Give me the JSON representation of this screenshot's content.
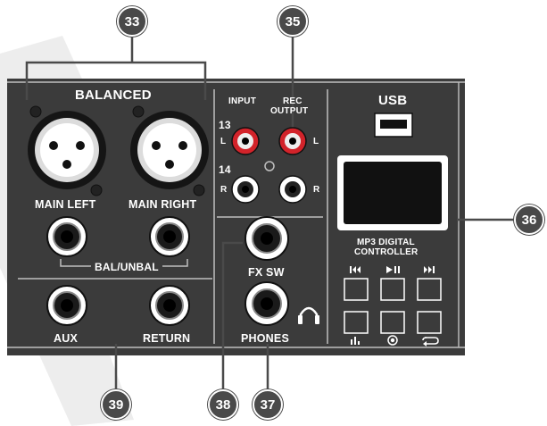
{
  "colors": {
    "panel": "#3b3b3b",
    "panel_line": "#bfbfbf",
    "callout": "#4a4a4a",
    "rca_red": "#d2232a",
    "rca_white": "#ffffff",
    "screen": "#111111",
    "background_mark": "#ededed"
  },
  "callouts": {
    "c33": "33",
    "c35": "35",
    "c36": "36",
    "c37": "37",
    "c38": "38",
    "c39": "39"
  },
  "labels": {
    "balanced": "BALANCED",
    "main_left": "MAIN LEFT",
    "main_right": "MAIN RIGHT",
    "bal_unbal": "BAL/UNBAL",
    "aux": "AUX",
    "return": "RETURN",
    "input": "INPUT",
    "rec": "REC",
    "output": "OUTPUT",
    "ch13": "13",
    "ch14": "14",
    "l_left": "L",
    "r_left": "R",
    "l_right": "L",
    "r_right": "R",
    "fx_sw": "FX SW",
    "phones": "PHONES",
    "usb": "USB",
    "mp3_line1": "MP3 DIGITAL",
    "mp3_line2": "CONTROLLER"
  },
  "icons": {
    "prev": "skip-back-icon",
    "play_pause": "play-pause-icon",
    "next": "skip-forward-icon",
    "eq": "equalizer-icon",
    "mode": "record-icon",
    "repeat": "repeat-icon",
    "headphones": "headphones-icon"
  }
}
